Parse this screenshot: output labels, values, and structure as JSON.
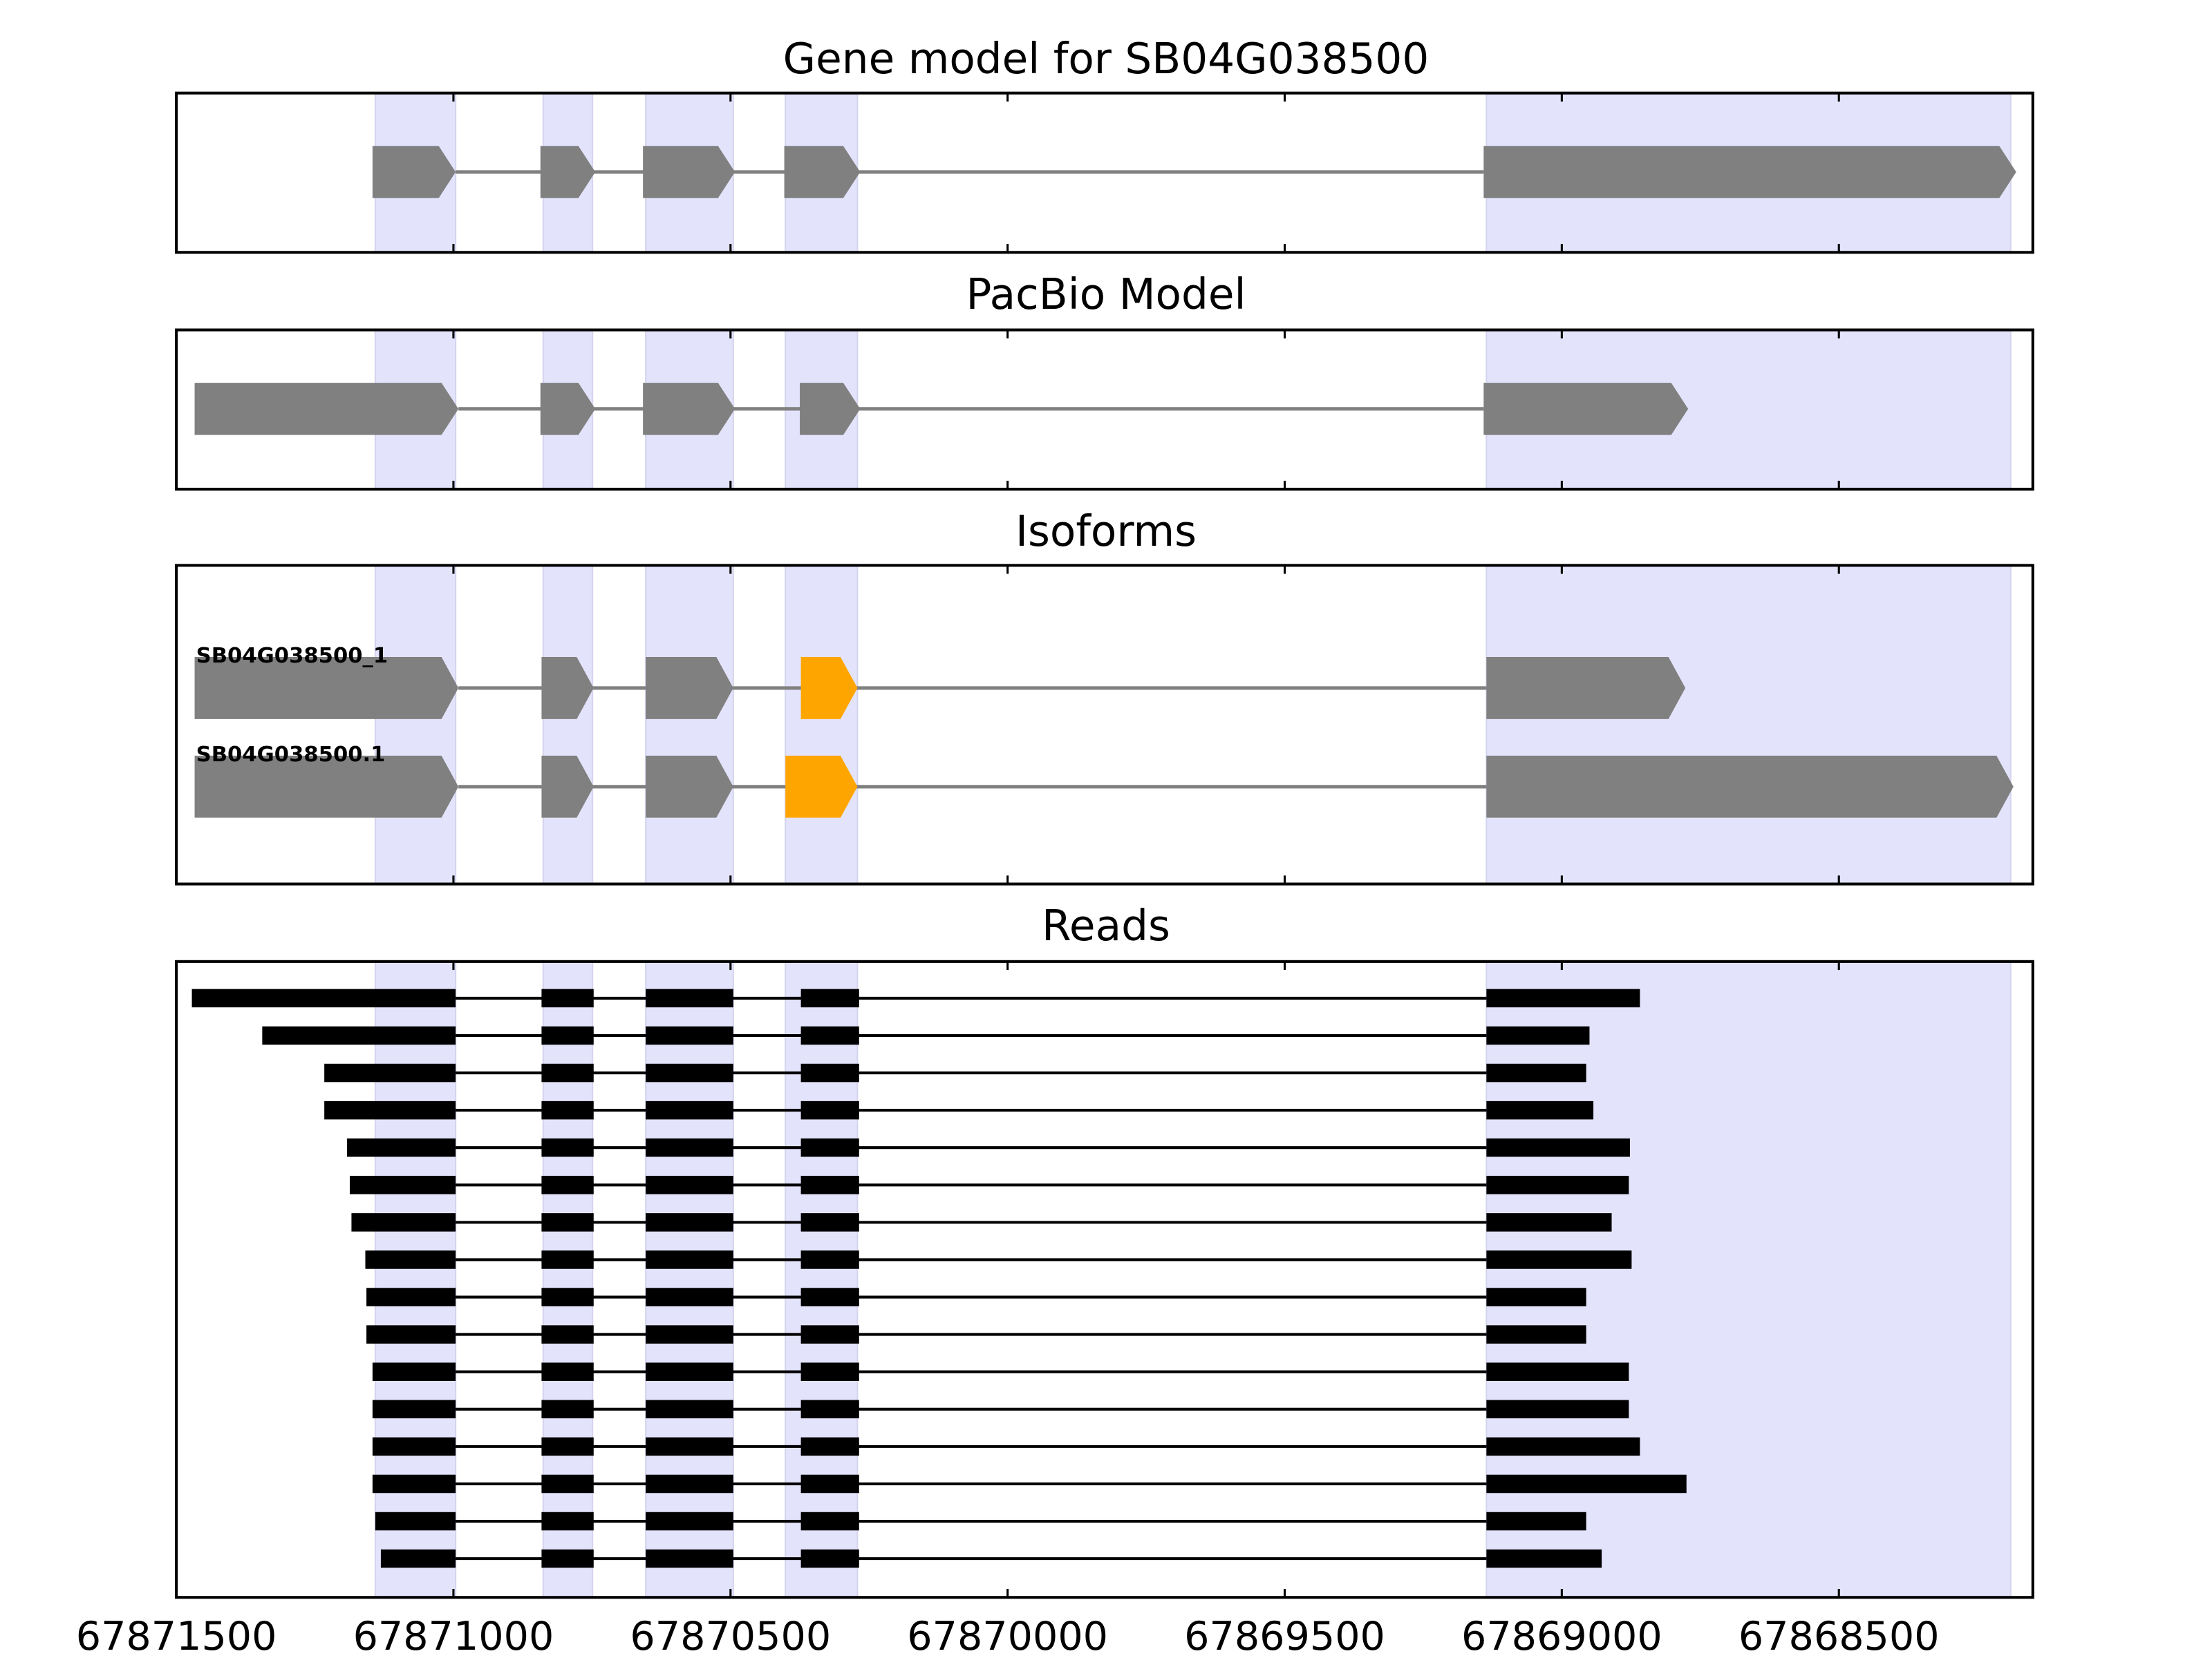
{
  "chart_data": {
    "type": "gene-structure",
    "xlim": [
      67871500,
      67868150
    ],
    "x_ticks": [
      67871500,
      67871000,
      67870500,
      67870000,
      67869500,
      67869000,
      67868500
    ],
    "x_tick_labels": [
      "67871500",
      "67871000",
      "67870500",
      "67870000",
      "67869500",
      "67869000",
      "67868500"
    ],
    "colors": {
      "exon": "#808080",
      "highlight": "#FFA500",
      "read": "#000000",
      "shade": "#E3E3FC",
      "intron": "#808080"
    },
    "shaded_regions": [
      [
        67871141,
        67870996
      ],
      [
        67870838,
        67870749
      ],
      [
        67870653,
        67870495
      ],
      [
        67870401,
        67870271
      ],
      [
        67869136,
        67868190
      ]
    ],
    "panels": [
      {
        "title": "Gene model for SB04G038500",
        "tracks": [
          {
            "label": "",
            "exons": [
              [
                67871146,
                67870996
              ],
              [
                67870843,
                67870744
              ],
              [
                67870658,
                67870492
              ],
              [
                67870403,
                67870266
              ],
              [
                67869141,
                67868180
              ]
            ],
            "highlight": []
          }
        ]
      },
      {
        "title": "PacBio Model",
        "tracks": [
          {
            "label": "",
            "exons": [
              [
                67871467,
                67870991
              ],
              [
                67870843,
                67870744
              ],
              [
                67870658,
                67870492
              ],
              [
                67870375,
                67870266
              ],
              [
                67869141,
                67868772
              ]
            ],
            "highlight": []
          }
        ]
      },
      {
        "title": "Isoforms",
        "tracks": [
          {
            "label": "SB04G038500_1",
            "exons": [
              [
                67871467,
                67870991
              ],
              [
                67870841,
                67870747
              ],
              [
                67870653,
                67870495
              ],
              [
                67870373,
                67870271
              ],
              [
                67869136,
                67868777
              ]
            ],
            "highlight": [
              3
            ]
          },
          {
            "label": "SB04G038500.1",
            "exons": [
              [
                67871467,
                67870991
              ],
              [
                67870841,
                67870747
              ],
              [
                67870653,
                67870495
              ],
              [
                67870401,
                67870271
              ],
              [
                67869136,
                67868185
              ]
            ],
            "highlight": [
              3
            ]
          }
        ]
      }
    ],
    "reads_title": "Reads",
    "read_inner_exons": [
      [
        67870841,
        67870747
      ],
      [
        67870653,
        67870495
      ],
      [
        67870373,
        67870268
      ]
    ],
    "read_first_exon_end": 67870996,
    "read_last_exon_start": 67869136,
    "reads": [
      [
        67871472,
        67868859
      ],
      [
        67871345,
        67868950
      ],
      [
        67871233,
        67868956
      ],
      [
        67871233,
        67868943
      ],
      [
        67871192,
        67868877
      ],
      [
        67871187,
        67868879
      ],
      [
        67871184,
        67868910
      ],
      [
        67871159,
        67868874
      ],
      [
        67871157,
        67868956
      ],
      [
        67871157,
        67868956
      ],
      [
        67871146,
        67868879
      ],
      [
        67871146,
        67868879
      ],
      [
        67871146,
        67868859
      ],
      [
        67871146,
        67868775
      ],
      [
        67871141,
        67868956
      ],
      [
        67871131,
        67868928
      ]
    ]
  }
}
